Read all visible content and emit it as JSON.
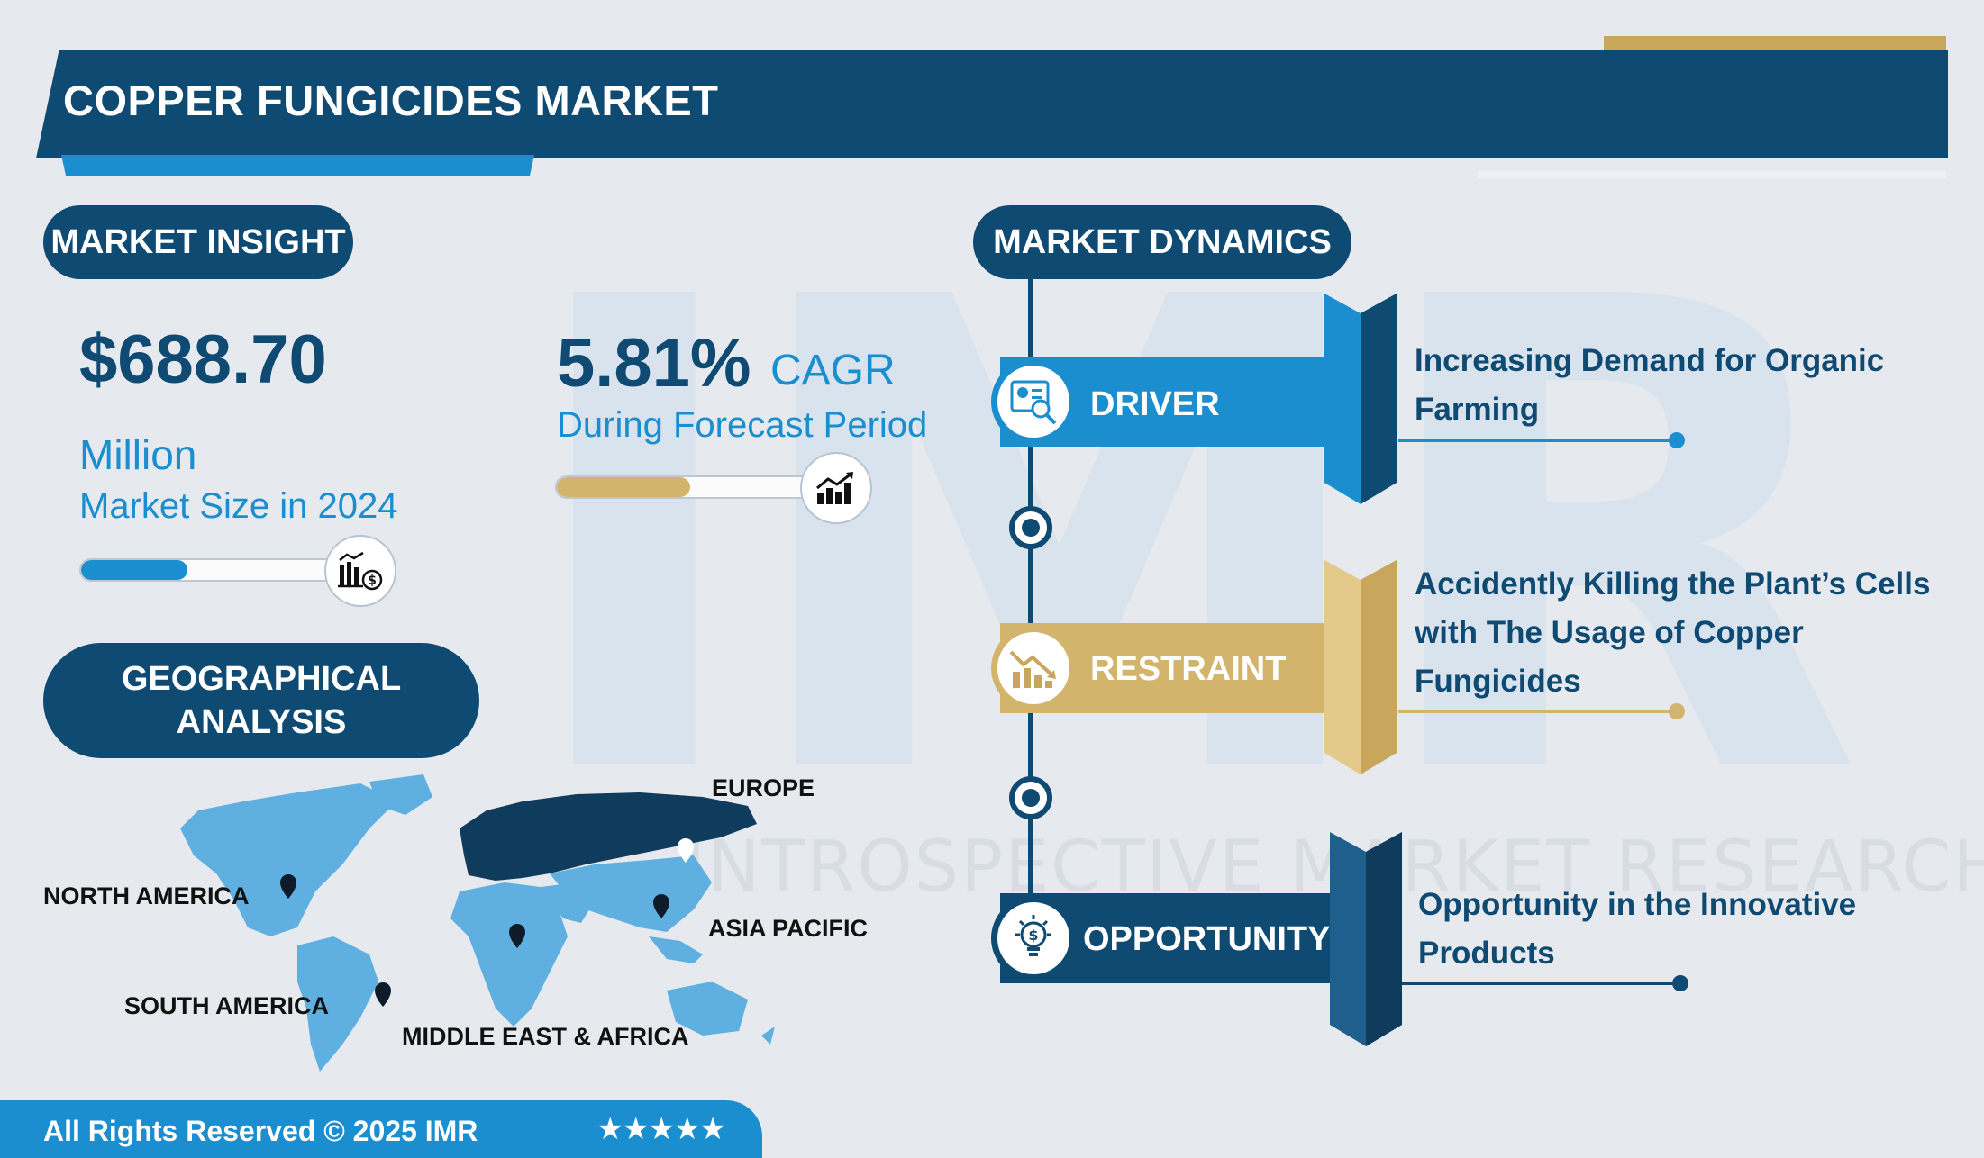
{
  "header": {
    "title": "COPPER FUNGICIDES MARKET"
  },
  "watermark": {
    "letters": "IMR",
    "tagline": "INTROSPECTIVE MARKET RESEARCH"
  },
  "insight": {
    "pill_label": "MARKET INSIGHT",
    "market_size_value": "$688.70",
    "market_size_unit": "Million",
    "market_size_label": "Market Size in 2024",
    "market_size_progress": 0.4,
    "cagr_value": "5.81%",
    "cagr_word": "CAGR",
    "cagr_label": "During Forecast Period",
    "cagr_progress": 0.5
  },
  "geo": {
    "pill_label": "GEOGRAPHICAL ANALYSIS",
    "regions": {
      "north_america": "NORTH AMERICA",
      "south_america": "SOUTH AMERICA",
      "europe": "EUROPE",
      "mea": "MIDDLE EAST & AFRICA",
      "asia_pacific": "ASIA PACIFIC"
    }
  },
  "dynamics": {
    "pill_label": "MARKET DYNAMICS",
    "driver": {
      "label": "DRIVER",
      "text": "Increasing Demand for Organic Farming"
    },
    "restraint": {
      "label": "RESTRAINT",
      "text": "Accidently Killing the Plant’s Cells with The Usage of Copper Fungicides"
    },
    "opportunity": {
      "label": "OPPORTUNITY",
      "text": "Opportunity in the Innovative Products"
    }
  },
  "footer": {
    "copyright": "All Rights Reserved © 2025 IMR",
    "stars": "★★★★★"
  },
  "colors": {
    "navy": "#0f4a72",
    "blue": "#1b8ecf",
    "gold": "#c8a65c",
    "map_light": "#5fb0e0",
    "map_dark": "#0f3b5c"
  }
}
